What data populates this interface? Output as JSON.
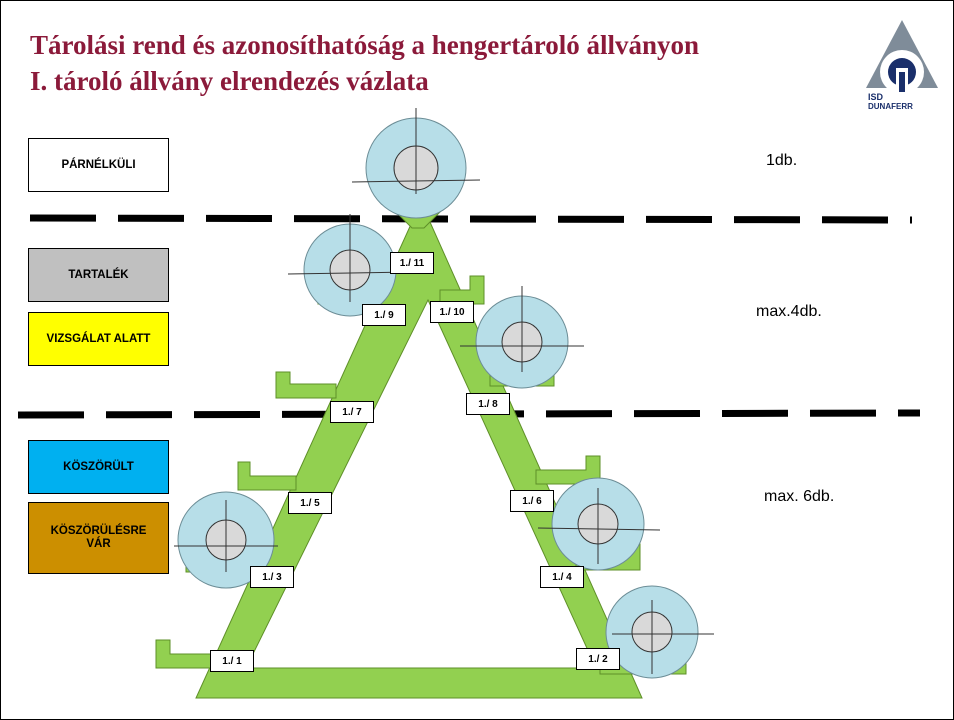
{
  "title_line1": "Tárolási rend és azonosíthatóság a hengertároló állványon",
  "title_line2": "I. tároló állvány elrendezés vázlata",
  "logo": {
    "text_line1": "ISD",
    "text_line2": "DUNAFERR"
  },
  "legend": [
    {
      "label": "PÁRNÉLKÜLI",
      "color": "#ffffff"
    },
    {
      "label": "TARTALÉK",
      "color": "#c0c0c0"
    },
    {
      "label": "VIZSGÁLAT ALATT",
      "color": "#ffff00"
    },
    {
      "label": "KÖSZÖRÜLT",
      "color": "#00b0f0"
    },
    {
      "label": "KÖSZÖRÜLÉSRE VÁR",
      "color": "#cc8f00"
    }
  ],
  "counts": {
    "top": "1db.",
    "middle": "max.4db.",
    "bottom": "max. 6db."
  },
  "positions": [
    "1./ 1",
    "1./ 2",
    "1./ 3",
    "1./ 4",
    "1./ 5",
    "1./ 6",
    "1./ 7",
    "1./ 8",
    "1./ 9",
    "1./ 10",
    "1./ 11"
  ],
  "colors": {
    "rack": "#92d050",
    "rack_edge": "#5e8f28",
    "roll_outer": "#b7dee8",
    "roll_inner": "#d9d9d9",
    "title": "#8b1a3a"
  }
}
